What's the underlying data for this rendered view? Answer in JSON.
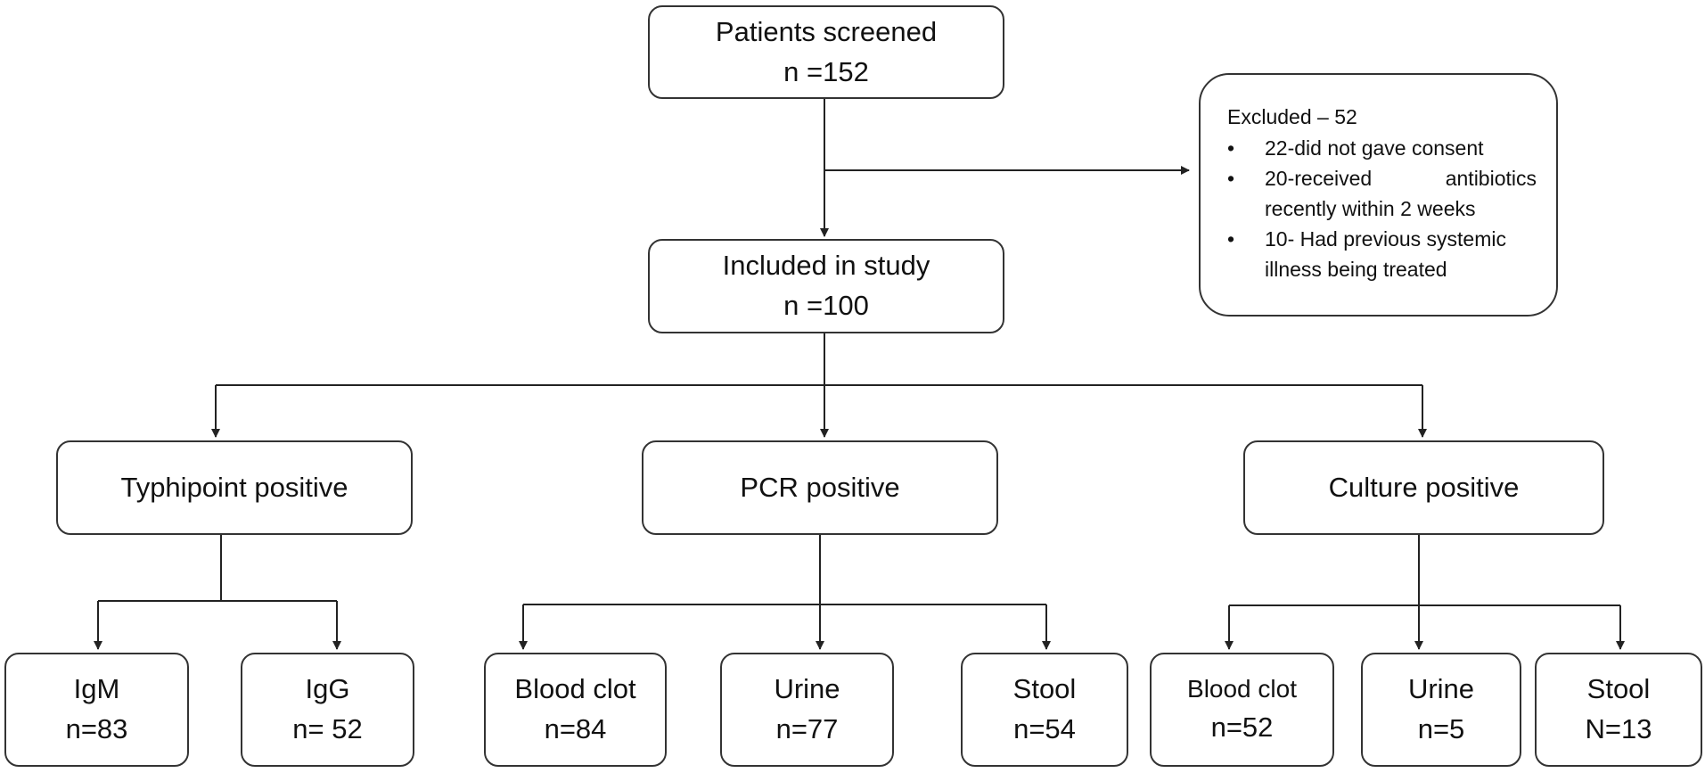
{
  "screened": {
    "label": "Patients screened",
    "count": "n =152"
  },
  "excluded": {
    "title": "Excluded – 52",
    "reasons": [
      "22-did not gave consent",
      "20-received antibiotics recently within 2 weeks",
      "10- Had previous systemic illness being treated"
    ]
  },
  "included": {
    "label": "Included in study",
    "count": "n =100"
  },
  "typhipoint": {
    "label": "Typhipoint positive",
    "igm": {
      "label": "IgM",
      "count": "n=83"
    },
    "igg": {
      "label": "IgG",
      "count": "n= 52"
    }
  },
  "pcr": {
    "label": "PCR positive",
    "blood": {
      "label": "Blood clot",
      "count": "n=84"
    },
    "urine": {
      "label": "Urine",
      "count": "n=77"
    },
    "stool": {
      "label": "Stool",
      "count": "n=54"
    }
  },
  "culture": {
    "label": "Culture positive",
    "blood": {
      "label": "Blood clot",
      "count": "n=52"
    },
    "urine": {
      "label": "Urine",
      "count": "n=5"
    },
    "stool": {
      "label": "Stool",
      "count": "N=13"
    }
  }
}
